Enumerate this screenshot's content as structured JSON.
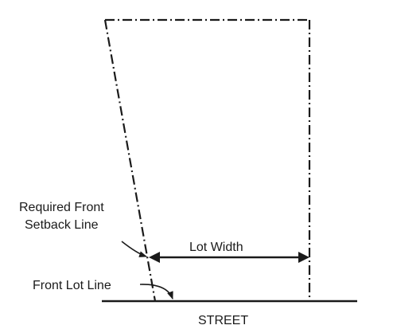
{
  "labels": {
    "setback_line1": "Required Front",
    "setback_line2": "Setback Line",
    "lot_width": "Lot Width",
    "front_lot_line": "Front Lot Line",
    "street": "STREET"
  },
  "colors": {
    "line": "#1a1a1a",
    "background": "#ffffff"
  }
}
